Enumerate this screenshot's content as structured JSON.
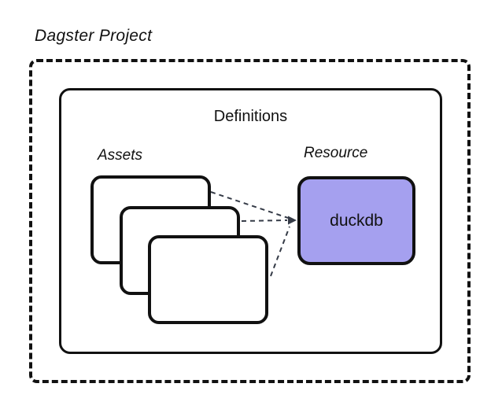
{
  "diagram": {
    "title": "Dagster Project",
    "definitions": {
      "label": "Definitions"
    },
    "assets": {
      "label": "Assets",
      "card_count": 3
    },
    "resource": {
      "label": "Resource",
      "name": "duckdb"
    }
  },
  "colors": {
    "background": "#ffffff",
    "outline": "#111111",
    "resource_fill": "#a5a0ef",
    "connector": "#353b47"
  }
}
